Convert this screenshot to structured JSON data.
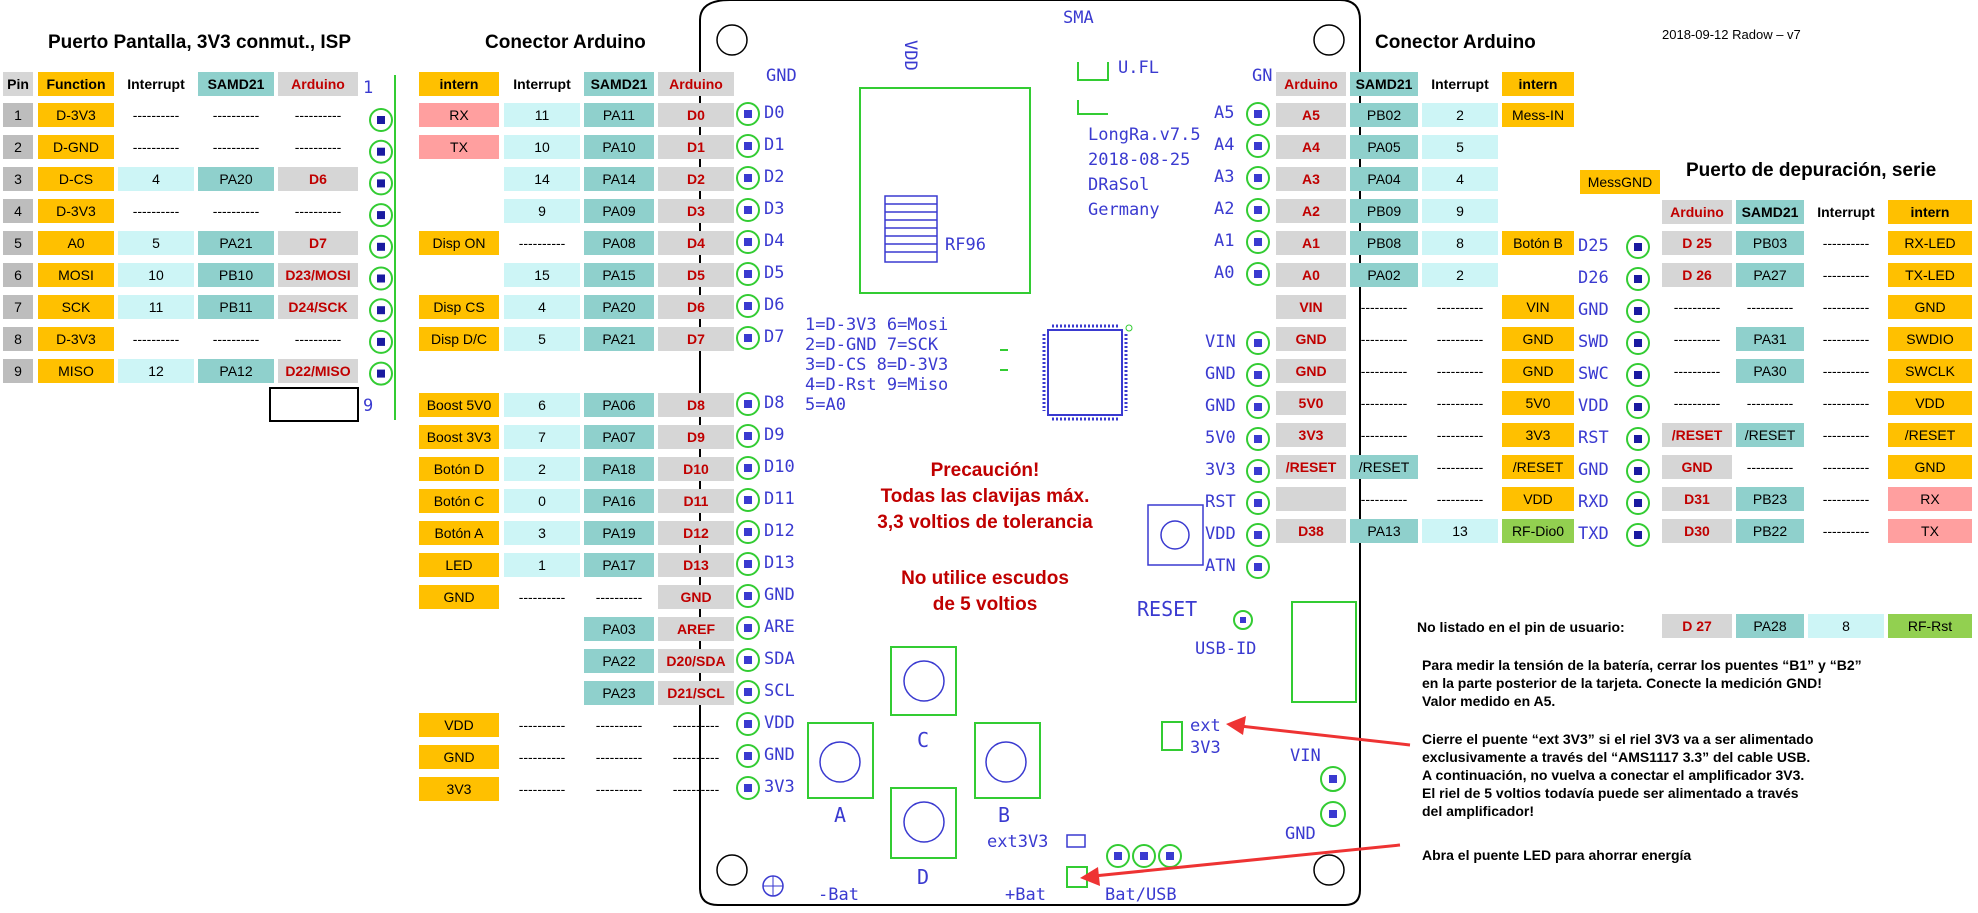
{
  "date_version": "2018-09-12 Radow – v7",
  "left_title": "Puerto Pantalla, 3V3 conmut., ISP",
  "left_headers": [
    "Pin",
    "Function",
    "Interrupt",
    "SAMD21",
    "Arduino"
  ],
  "left_rows": [
    [
      "1",
      "D-3V3",
      "----------",
      "----------",
      "----------"
    ],
    [
      "2",
      "D-GND",
      "----------",
      "----------",
      "----------"
    ],
    [
      "3",
      "D-CS",
      "4",
      "PA20",
      "D6"
    ],
    [
      "4",
      "D-3V3",
      "----------",
      "----------",
      "----------"
    ],
    [
      "5",
      "A0",
      "5",
      "PA21",
      "D7"
    ],
    [
      "6",
      "MOSI",
      "10",
      "PB10",
      "D23/MOSI"
    ],
    [
      "7",
      "SCK",
      "11",
      "PB11",
      "D24/SCK"
    ],
    [
      "8",
      "D-3V3",
      "----------",
      "----------",
      "----------"
    ],
    [
      "9",
      "MISO",
      "12",
      "PA12",
      "D22/MISO"
    ]
  ],
  "mid_title": "Conector Arduino",
  "mid_headers": [
    "intern",
    "Interrupt",
    "SAMD21",
    "Arduino"
  ],
  "mid_rows": [
    [
      "RX",
      "11",
      "PA11",
      "D0"
    ],
    [
      "TX",
      "10",
      "PA10",
      "D1"
    ],
    [
      "",
      "14",
      "PA14",
      "D2"
    ],
    [
      "",
      "9",
      "PA09",
      "D3"
    ],
    [
      "Disp ON",
      "----------",
      "PA08",
      "D4"
    ],
    [
      "",
      "15",
      "PA15",
      "D5"
    ],
    [
      "Disp CS",
      "4",
      "PA20",
      "D6"
    ],
    [
      "Disp D/C",
      "5",
      "PA21",
      "D7"
    ],
    [
      "Boost 5V0",
      "6",
      "PA06",
      "D8"
    ],
    [
      "Boost 3V3",
      "7",
      "PA07",
      "D9"
    ],
    [
      "Botón D",
      "2",
      "PA18",
      "D10"
    ],
    [
      "Botón C",
      "0",
      "PA16",
      "D11"
    ],
    [
      "Botón A",
      "3",
      "PA19",
      "D12"
    ],
    [
      "LED",
      "1",
      "PA17",
      "D13"
    ],
    [
      "GND",
      "----------",
      "----------",
      "GND"
    ],
    [
      "",
      "",
      "PA03",
      "AREF"
    ],
    [
      "",
      "",
      "PA22",
      "D20/SDA"
    ],
    [
      "",
      "",
      "PA23",
      "D21/SCL"
    ],
    [
      "VDD",
      "----------",
      "----------",
      "----------"
    ],
    [
      "GND",
      "----------",
      "----------",
      "----------"
    ],
    [
      "3V3",
      "----------",
      "----------",
      "----------"
    ]
  ],
  "right_title": "Conector Arduino",
  "right_headers": [
    "Arduino",
    "SAMD21",
    "Interrupt",
    "intern"
  ],
  "right_rows": [
    [
      "A5",
      "PB02",
      "2",
      "Mess-IN"
    ],
    [
      "A4",
      "PA05",
      "5",
      ""
    ],
    [
      "A3",
      "PA04",
      "4",
      ""
    ],
    [
      "A2",
      "PB09",
      "9",
      ""
    ],
    [
      "A1",
      "PB08",
      "8",
      "Botón B"
    ],
    [
      "A0",
      "PA02",
      "2",
      ""
    ],
    [
      "VIN",
      "----------",
      "----------",
      "VIN"
    ],
    [
      "GND",
      "----------",
      "----------",
      "GND"
    ],
    [
      "GND",
      "----------",
      "----------",
      "GND"
    ],
    [
      "5V0",
      "----------",
      "----------",
      "5V0"
    ],
    [
      "3V3",
      "----------",
      "----------",
      "3V3"
    ],
    [
      "/RESET",
      "/RESET",
      "----------",
      "/RESET"
    ],
    [
      "",
      "----------",
      "----------",
      "VDD"
    ],
    [
      "D38",
      "PA13",
      "13",
      "RF-Dio0"
    ]
  ],
  "debug_title": "Puerto de depuración, serie",
  "debug_extra": "MessGND",
  "debug_headers": [
    "Arduino",
    "SAMD21",
    "Interrupt",
    "intern"
  ],
  "debug_rows": [
    [
      "D 25",
      "PB03",
      "----------",
      "RX-LED"
    ],
    [
      "D 26",
      "PA27",
      "----------",
      "TX-LED"
    ],
    [
      "----------",
      "----------",
      "----------",
      "GND"
    ],
    [
      "----------",
      "PA31",
      "----------",
      "SWDIO"
    ],
    [
      "----------",
      "PA30",
      "----------",
      "SWCLK"
    ],
    [
      "----------",
      "----------",
      "----------",
      "VDD"
    ],
    [
      "/RESET",
      "/RESET",
      "----------",
      "/RESET"
    ],
    [
      "GND",
      "----------",
      "----------",
      "GND"
    ],
    [
      "D31",
      "PB23",
      "----------",
      "RX"
    ],
    [
      "D30",
      "PB22",
      "----------",
      "TX"
    ]
  ],
  "not_listed": {
    "label": "No listado en el pin de usuario:",
    "arduino": "D 27",
    "samd": "PA28",
    "interrupt": "8",
    "intern": "RF-Rst"
  },
  "warning": [
    "Precaución!",
    "Todas las clavijas máx.",
    "3,3 voltios de tolerancia",
    "No utilice escudos",
    "de 5 voltios"
  ],
  "notes": {
    "battery": [
      "Para medir la tensión de la batería, cerrar los puentes “B1” y “B2”",
      "en la parte posterior de la tarjeta. Conecte la medición GND!",
      "Valor medido en A5."
    ],
    "ext3v3": [
      "Cierre el puente “ext 3V3” si el riel 3V3 va a ser alimentado",
      "exclusivamente a través del “AMS1117 3.3” del cable USB.",
      "A continuación, no vuelva a conectar el amplificador 3V3.",
      "El riel de 5 voltios todavía puede ser alimentado a través",
      "del amplificador!"
    ],
    "led": "Abra el puente LED para ahorrar energía"
  },
  "board": {
    "sma": "SMA",
    "vdd": "VDD",
    "ufl": "U.FL",
    "gnd_top": "GND",
    "info": [
      "LongRa.v7.5",
      "2018-08-25",
      "DRaSol",
      "Germany"
    ],
    "rf96": "RF96",
    "legend": [
      "1=D-3V3 6=Mosi",
      "2=D-GND 7=SCK",
      "3=D-CS  8=D-3V3",
      "4=D-Rst 9=Miso",
      "5=A0"
    ],
    "left_pins": [
      "D0",
      "D1",
      "D2",
      "D3",
      "D4",
      "D5",
      "D6",
      "D7",
      "D8",
      "D9",
      "D10",
      "D11",
      "D12",
      "D13",
      "GND",
      "ARE",
      "SDA",
      "SCL",
      "VDD",
      "GND",
      "3V3"
    ],
    "right_pins_a": [
      "A5",
      "A4",
      "A3",
      "A2",
      "A1",
      "A0"
    ],
    "right_pins_b": [
      "VIN",
      "GND",
      "GND",
      "5V0",
      "3V3",
      "RST",
      "VDD",
      "ATN"
    ],
    "debug_pins": [
      "D25",
      "D26",
      "GND",
      "SWD",
      "SWC",
      "VDD",
      "RST",
      "GND",
      "RXD",
      "TXD"
    ],
    "reset": "RESET",
    "usbid": "USB-ID",
    "ext": "ext",
    "ext_3v3": "3V3",
    "vin": "VIN",
    "gnd_br": "GND",
    "btn_c": "C",
    "btn_a": "A",
    "btn_b": "B",
    "btn_d": "D",
    "ext3v3": "ext3V3",
    "minus_bat": "-Bat",
    "plus_bat": "+Bat",
    "bat_usb": "Bat/USB",
    "pin1": "1",
    "pin9": "9",
    "gn": "GN"
  }
}
